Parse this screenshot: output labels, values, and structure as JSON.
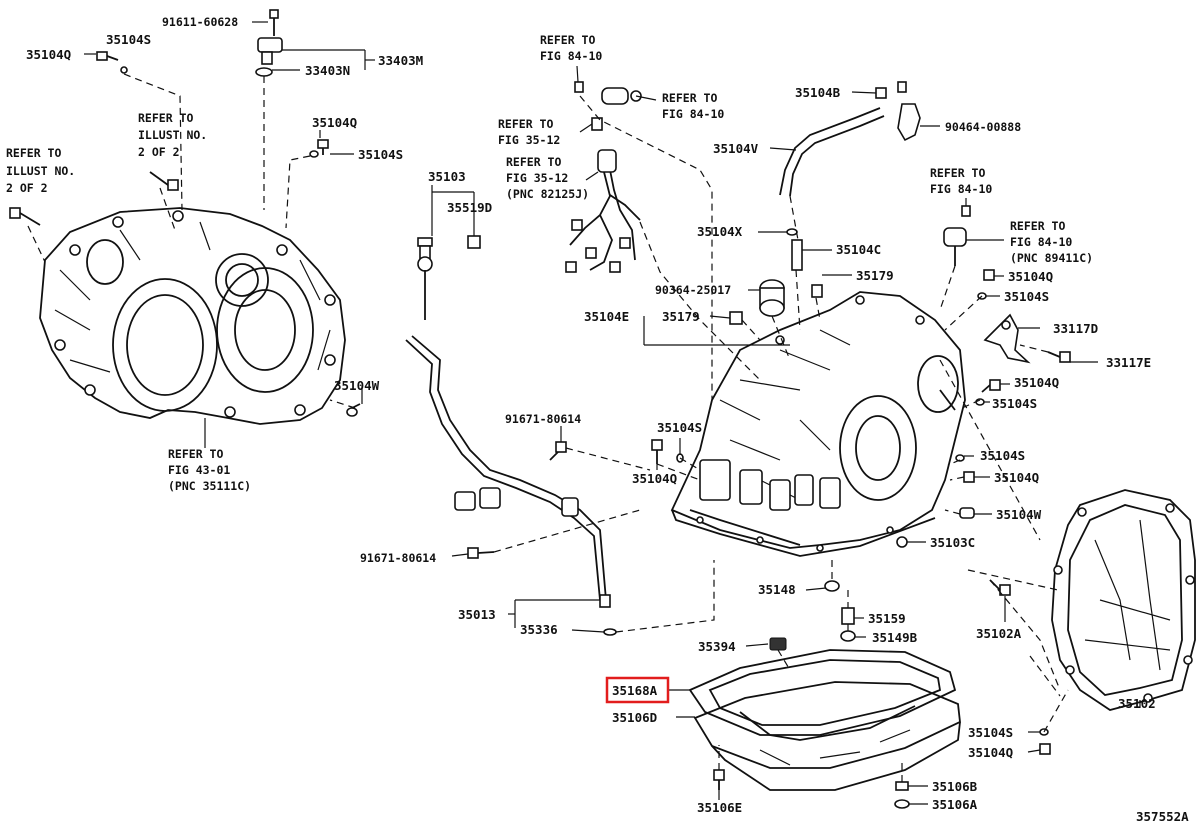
{
  "diagram_id": "357552A",
  "highlighted_part": "35168A",
  "labels": {
    "p91611": "91611-60628",
    "p35104S_a": "35104S",
    "p35104Q_a": "35104Q",
    "p33403M": "33403M",
    "p33403N": "33403N",
    "refer_illust_1": "REFER TO",
    "refer_illust_2": "ILLUST NO.",
    "refer_illust_3": "2 OF 2",
    "refer_illust_b1": "REFER TO",
    "refer_illust_b2": "ILLUST NO.",
    "refer_illust_b3": "2 OF 2",
    "p35104Q_b": "35104Q",
    "p35104S_b": "35104S",
    "p35103": "35103",
    "p35519D": "35519D",
    "p35104W_a": "35104W",
    "refer_43_1": "REFER TO",
    "refer_43_2": "FIG 43-01",
    "refer_43_3": "(PNC 35111C)",
    "refer_84a_1": "REFER TO",
    "refer_84a_2": "FIG 84-10",
    "refer_84b_1": "REFER TO",
    "refer_84b_2": "FIG 84-10",
    "refer_35a_1": "REFER TO",
    "refer_35a_2": "FIG 35-12",
    "refer_35b_1": "REFER TO",
    "refer_35b_2": "FIG 35-12",
    "refer_35b_3": "(PNC 82125J)",
    "p35104B": "35104B",
    "p90464": "90464-00888",
    "p35104V": "35104V",
    "refer_84c_1": "REFER TO",
    "refer_84c_2": "FIG 84-10",
    "refer_84d_1": "REFER TO",
    "refer_84d_2": "FIG 84-10",
    "refer_84d_3": "(PNC 89411C)",
    "p35104X": "35104X",
    "p35104C": "35104C",
    "p35179_a": "35179",
    "p90364": "90364-25017",
    "p35104E": "35104E",
    "p35179_b": "35179",
    "p35104Q_c": "35104Q",
    "p35104S_c": "35104S",
    "p33117D": "33117D",
    "p33117E": "33117E",
    "p35104Q_d": "35104Q",
    "p35104S_d": "35104S",
    "p91671a": "91671-80614",
    "p35104S_e": "35104S",
    "p35104Q_e": "35104Q",
    "p35104S_f": "35104S",
    "p35104Q_f": "35104Q",
    "p35104W_b": "35104W",
    "p35103C": "35103C",
    "p91671b": "91671-80614",
    "p35148": "35148",
    "p35102A": "35102A",
    "p35013": "35013",
    "p35336": "35336",
    "p35159": "35159",
    "p35149B": "35149B",
    "p35394": "35394",
    "p35168A": "35168A",
    "p35106D": "35106D",
    "p35102": "35102",
    "p35104S_g": "35104S",
    "p35104Q_g": "35104Q",
    "p35106B": "35106B",
    "p35106A": "35106A",
    "p35106E": "35106E"
  }
}
